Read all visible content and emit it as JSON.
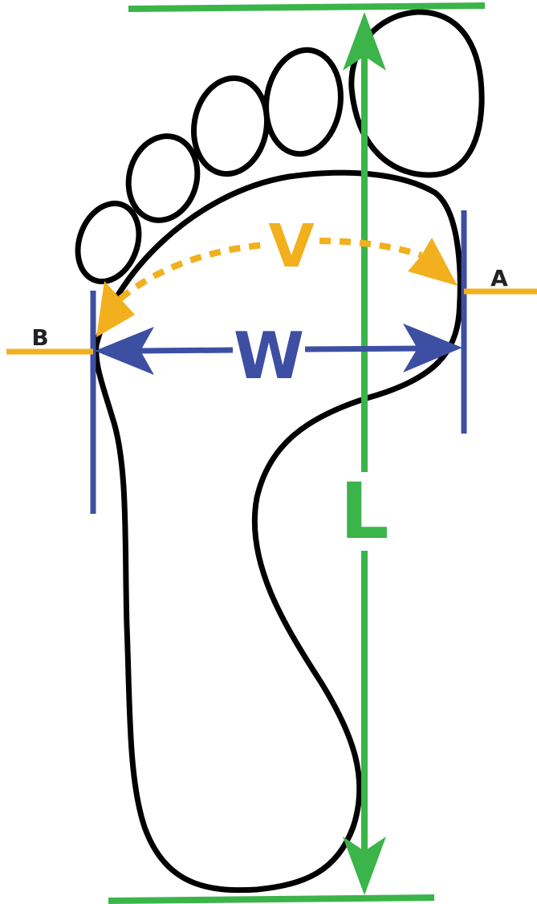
{
  "labels": {
    "length": "L",
    "width": "W",
    "girth": "V",
    "point_a": "A",
    "point_b": "B"
  },
  "colors": {
    "outline": "#000000",
    "length": "#3bb44a",
    "width": "#3d4fa3",
    "girth": "#f2b01e",
    "background": "#ffffff"
  }
}
